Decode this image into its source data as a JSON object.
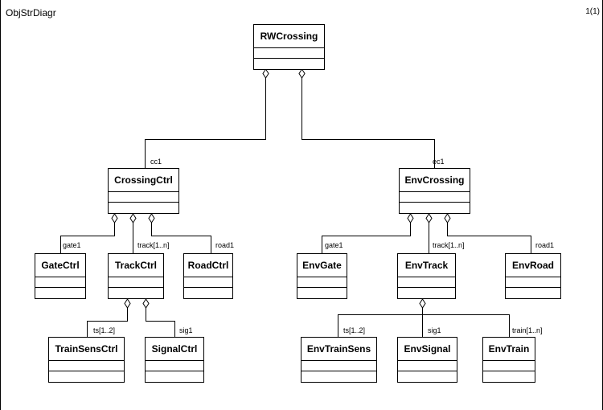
{
  "diagram": {
    "title": "ObjStrDiagr",
    "page": "1(1)",
    "classes": {
      "rwcrossing": "RWCrossing",
      "crossingctrl": "CrossingCtrl",
      "envcrossing": "EnvCrossing",
      "gatectrl": "GateCtrl",
      "trackctrl": "TrackCtrl",
      "roadctrl": "RoadCtrl",
      "envgate": "EnvGate",
      "envtrack": "EnvTrack",
      "envroad": "EnvRoad",
      "trainsensctrl": "TrainSensCtrl",
      "signalctrl": "SignalCtrl",
      "envtrainsens": "EnvTrainSens",
      "envsignal": "EnvSignal",
      "envtrain": "EnvTrain"
    },
    "roles": {
      "cc1": "cc1",
      "ec1": "ec1",
      "gate1_ctrl": "gate1",
      "track_ctrl": "track[1..n]",
      "road1_ctrl": "road1",
      "gate1_env": "gate1",
      "track_env": "track[1..n]",
      "road1_env": "road1",
      "ts": "ts[1..2]",
      "sig1_ctrl": "sig1",
      "ts_env": "ts[1..2]",
      "sig1_env": "sig1",
      "train": "train[1..n]"
    }
  }
}
